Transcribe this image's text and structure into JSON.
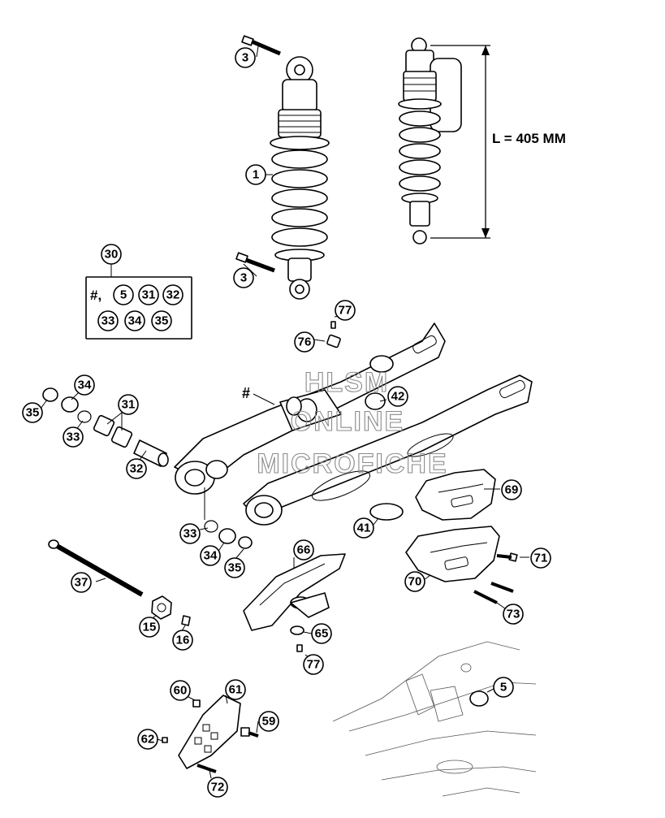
{
  "dimension": {
    "label": "L = 405 MM"
  },
  "watermark": {
    "line1": "HLSM",
    "line2": "ONLINE",
    "line3": "MICROFICHE"
  },
  "kit": {
    "callout": "30",
    "prefix": "#,",
    "hash_marker": "#",
    "contents": [
      "5",
      "31",
      "32",
      "33",
      "34",
      "35"
    ]
  },
  "callouts": {
    "c3_top": "3",
    "c1": "1",
    "c3_bottom": "3",
    "c77_top": "77",
    "c76": "76",
    "c42": "42",
    "c34_left": "34",
    "c35_left": "35",
    "c31": "31",
    "c33_left": "33",
    "c32": "32",
    "c69": "69",
    "c41": "41",
    "c33_bottom": "33",
    "c34_bottom": "34",
    "c35_bottom": "35",
    "c66": "66",
    "c71": "71",
    "c37": "37",
    "c70": "70",
    "c73": "73",
    "c65": "65",
    "c15": "15",
    "c16": "16",
    "c77_bottom": "77",
    "c5": "5",
    "c60": "60",
    "c61": "61",
    "c59": "59",
    "c62": "62",
    "c72": "72"
  }
}
